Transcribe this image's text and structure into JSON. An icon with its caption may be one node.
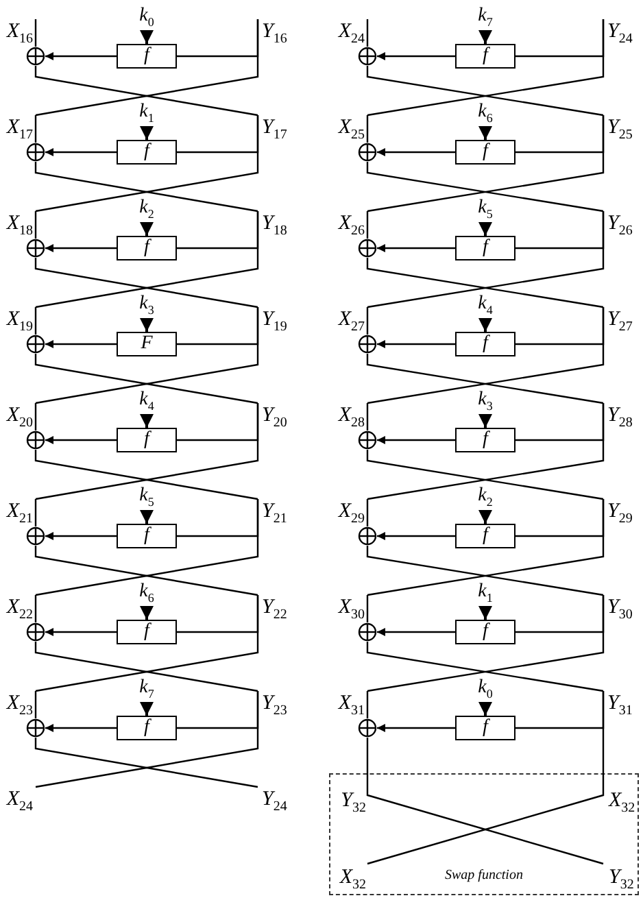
{
  "diagram": {
    "nodes": [
      {
        "text": [
          "X$_{16}$"
        ]
      },
      {
        "text": [
          "k$_{0}$"
        ]
      },
      {
        "text": [
          "Y$_{16}$"
        ]
      },
      {
        "text": [],
        "shape": "circle"
      },
      {
        "text": [
          "f"
        ]
      },
      {
        "text": [
          "X$_{17}$"
        ]
      },
      {
        "text": [
          "k$_{1}$"
        ]
      },
      {
        "text": [
          "Y$_{17}$"
        ]
      },
      {
        "text": [],
        "shape": "circle"
      },
      {
        "text": [
          "f"
        ]
      },
      {
        "text": [
          "X$_{18}$"
        ]
      },
      {
        "text": [
          "k$_{2}$"
        ]
      },
      {
        "text": [
          "Y$_{18}$"
        ]
      },
      {
        "text": [],
        "shape": "circle"
      },
      {
        "text": [
          "f"
        ]
      },
      {
        "text": [
          "X$_{19}$"
        ]
      },
      {
        "text": [
          "k$_{3}$"
        ]
      },
      {
        "text": [
          "Y$_{19}$"
        ]
      },
      {
        "text": [],
        "shape": "circle"
      },
      {
        "text": [
          "F"
        ]
      },
      {
        "text": [
          "X$_{20}$"
        ]
      },
      {
        "text": [
          "k$_{4}$"
        ]
      },
      {
        "text": [
          "Y$_{20}$"
        ]
      },
      {
        "text": [],
        "shape": "circle"
      },
      {
        "text": [
          "f"
        ]
      },
      {
        "text": [
          "X$_{21}$"
        ]
      },
      {
        "text": [
          "k$_{5}$"
        ]
      },
      {
        "text": [
          "Y$_{21}$"
        ]
      },
      {
        "text": [],
        "shape": "circle"
      },
      {
        "text": [
          "f"
        ]
      },
      {
        "text": [
          "X$_{22}$"
        ]
      },
      {
        "text": [
          "k$_{6}$"
        ]
      },
      {
        "text": [
          "Y$_{22}$"
        ]
      },
      {
        "text": [],
        "shape": "circle"
      },
      {
        "text": [
          "f"
        ]
      },
      {
        "text": [
          "X$_{23}$"
        ]
      },
      {
        "text": [
          "k$_{7}$"
        ]
      },
      {
        "text": [
          "Y$_{23}$"
        ]
      },
      {
        "text": [],
        "shape": "circle"
      },
      {
        "text": [
          "f"
        ]
      },
      {
        "text": [
          "X$_{24}$"
        ]
      },
      {
        "text": [
          "Y$_{24}$"
        ]
      },
      {
        "text": [
          "X$_{24}$"
        ]
      },
      {
        "text": [
          "k$_{7}$"
        ]
      },
      {
        "text": [
          "Y$_{24}$"
        ]
      },
      {
        "text": [],
        "shape": "circle"
      },
      {
        "text": [
          "f"
        ]
      },
      {
        "text": [
          "X$_{25}$"
        ]
      },
      {
        "text": [
          "k$_{6}$"
        ]
      },
      {
        "text": [
          "Y$_{25}$"
        ]
      },
      {
        "text": [],
        "shape": "circle"
      },
      {
        "text": [
          "f"
        ]
      },
      {
        "text": [
          "X$_{26}$"
        ]
      },
      {
        "text": [
          "k$_{5}$"
        ]
      },
      {
        "text": [
          "Y$_{26}$"
        ]
      },
      {
        "text": [],
        "shape": "circle"
      },
      {
        "text": [
          "f"
        ]
      },
      {
        "text": [
          "X$_{27}$"
        ]
      },
      {
        "text": [
          "k$_{4}$"
        ]
      },
      {
        "text": [
          "Y$_{27}$"
        ]
      },
      {
        "text": [],
        "shape": "circle"
      },
      {
        "text": [
          "f"
        ]
      },
      {
        "text": [
          "X$_{28}$"
        ]
      },
      {
        "text": [
          "k$_{3}$"
        ]
      },
      {
        "text": [
          "Y$_{28}$"
        ]
      },
      {
        "text": [],
        "shape": "circle"
      },
      {
        "text": [
          "f"
        ]
      },
      {
        "text": [
          "X$_{29}$"
        ]
      },
      {
        "text": [
          "k$_{2}$"
        ]
      },
      {
        "text": [
          "Y$_{29}$"
        ]
      },
      {
        "text": [],
        "shape": "circle"
      },
      {
        "text": [
          "f"
        ]
      },
      {
        "text": [
          "X$_{30}$"
        ]
      },
      {
        "text": [
          "k$_{1}$"
        ]
      },
      {
        "text": [
          "Y$_{30}$"
        ]
      },
      {
        "text": [],
        "shape": "circle"
      },
      {
        "text": [
          "f"
        ]
      },
      {
        "text": [
          "X$_{31}$"
        ]
      },
      {
        "text": [
          "k$_{0}$"
        ]
      },
      {
        "text": [
          "Y$_{31}$"
        ]
      },
      {
        "text": [],
        "shape": "circle"
      },
      {
        "text": [
          "f"
        ]
      },
      {
        "text": [
          "Swap function"
        ]
      },
      {
        "text": [
          "Y$_{32}$"
        ],
        "in": 82
      },
      {
        "text": [
          "X$_{32}$"
        ],
        "in": 82
      },
      {
        "text": [
          "X$_{32}$"
        ],
        "in": 82
      },
      {
        "text": [
          "Y$_{32}$"
        ],
        "in": 82
      }
    ],
    "edges": [
      {
        "from": 1,
        "to": 4,
        "arrow": "to"
      },
      {
        "from": 4,
        "to": 3,
        "arrow": "to"
      },
      {
        "from": 2,
        "to": 4,
        "arrow": "none"
      },
      {
        "from": 0,
        "to": 3,
        "arrow": "none"
      },
      {
        "from": 3,
        "to": 7,
        "arrow": "none"
      },
      {
        "from": 2,
        "to": 5,
        "arrow": "none"
      },
      {
        "from": 6,
        "to": 9,
        "arrow": "to"
      },
      {
        "from": 9,
        "to": 8,
        "arrow": "to"
      },
      {
        "from": 7,
        "to": 9,
        "arrow": "none"
      },
      {
        "from": 5,
        "to": 8,
        "arrow": "none"
      },
      {
        "from": 8,
        "to": 12,
        "arrow": "none"
      },
      {
        "from": 7,
        "to": 10,
        "arrow": "none"
      },
      {
        "from": 11,
        "to": 14,
        "arrow": "to"
      },
      {
        "from": 14,
        "to": 13,
        "arrow": "to"
      },
      {
        "from": 12,
        "to": 14,
        "arrow": "none"
      },
      {
        "from": 10,
        "to": 13,
        "arrow": "none"
      },
      {
        "from": 13,
        "to": 17,
        "arrow": "none"
      },
      {
        "from": 12,
        "to": 15,
        "arrow": "none"
      },
      {
        "from": 16,
        "to": 19,
        "arrow": "to"
      },
      {
        "from": 19,
        "to": 18,
        "arrow": "to"
      },
      {
        "from": 17,
        "to": 19,
        "arrow": "none"
      },
      {
        "from": 15,
        "to": 18,
        "arrow": "none"
      },
      {
        "from": 18,
        "to": 22,
        "arrow": "none"
      },
      {
        "from": 17,
        "to": 20,
        "arrow": "none"
      },
      {
        "from": 21,
        "to": 24,
        "arrow": "to"
      },
      {
        "from": 24,
        "to": 23,
        "arrow": "to"
      },
      {
        "from": 22,
        "to": 24,
        "arrow": "none"
      },
      {
        "from": 20,
        "to": 23,
        "arrow": "none"
      },
      {
        "from": 23,
        "to": 27,
        "arrow": "none"
      },
      {
        "from": 22,
        "to": 25,
        "arrow": "none"
      },
      {
        "from": 26,
        "to": 29,
        "arrow": "to"
      },
      {
        "from": 29,
        "to": 28,
        "arrow": "to"
      },
      {
        "from": 27,
        "to": 29,
        "arrow": "none"
      },
      {
        "from": 25,
        "to": 28,
        "arrow": "none"
      },
      {
        "from": 28,
        "to": 32,
        "arrow": "none"
      },
      {
        "from": 27,
        "to": 30,
        "arrow": "none"
      },
      {
        "from": 31,
        "to": 34,
        "arrow": "to"
      },
      {
        "from": 34,
        "to": 33,
        "arrow": "to"
      },
      {
        "from": 32,
        "to": 34,
        "arrow": "none"
      },
      {
        "from": 30,
        "to": 33,
        "arrow": "none"
      },
      {
        "from": 33,
        "to": 37,
        "arrow": "none"
      },
      {
        "from": 32,
        "to": 35,
        "arrow": "none"
      },
      {
        "from": 36,
        "to": 39,
        "arrow": "to"
      },
      {
        "from": 39,
        "to": 38,
        "arrow": "to"
      },
      {
        "from": 37,
        "to": 39,
        "arrow": "none"
      },
      {
        "from": 35,
        "to": 38,
        "arrow": "none"
      },
      {
        "from": 38,
        "to": 41,
        "arrow": "none"
      },
      {
        "from": 37,
        "to": 40,
        "arrow": "none"
      },
      {
        "from": 43,
        "to": 46,
        "arrow": "to"
      },
      {
        "from": 46,
        "to": 45,
        "arrow": "to"
      },
      {
        "from": 44,
        "to": 46,
        "arrow": "none"
      },
      {
        "from": 42,
        "to": 45,
        "arrow": "none"
      },
      {
        "from": 45,
        "to": 49,
        "arrow": "none"
      },
      {
        "from": 44,
        "to": 47,
        "arrow": "none"
      },
      {
        "from": 48,
        "to": 51,
        "arrow": "to"
      },
      {
        "from": 51,
        "to": 50,
        "arrow": "to"
      },
      {
        "from": 49,
        "to": 51,
        "arrow": "none"
      },
      {
        "from": 47,
        "to": 50,
        "arrow": "none"
      },
      {
        "from": 50,
        "to": 54,
        "arrow": "none"
      },
      {
        "from": 49,
        "to": 52,
        "arrow": "none"
      },
      {
        "from": 53,
        "to": 56,
        "arrow": "to"
      },
      {
        "from": 56,
        "to": 55,
        "arrow": "to"
      },
      {
        "from": 54,
        "to": 56,
        "arrow": "none"
      },
      {
        "from": 52,
        "to": 55,
        "arrow": "none"
      },
      {
        "from": 55,
        "to": 59,
        "arrow": "none"
      },
      {
        "from": 54,
        "to": 57,
        "arrow": "none"
      },
      {
        "from": 58,
        "to": 61,
        "arrow": "to"
      },
      {
        "from": 61,
        "to": 60,
        "arrow": "to"
      },
      {
        "from": 59,
        "to": 61,
        "arrow": "none"
      },
      {
        "from": 57,
        "to": 60,
        "arrow": "none"
      },
      {
        "from": 60,
        "to": 64,
        "arrow": "none"
      },
      {
        "from": 59,
        "to": 62,
        "arrow": "none"
      },
      {
        "from": 63,
        "to": 66,
        "arrow": "to"
      },
      {
        "from": 66,
        "to": 65,
        "arrow": "to"
      },
      {
        "from": 64,
        "to": 66,
        "arrow": "none"
      },
      {
        "from": 62,
        "to": 65,
        "arrow": "none"
      },
      {
        "from": 65,
        "to": 69,
        "arrow": "none"
      },
      {
        "from": 64,
        "to": 67,
        "arrow": "none"
      },
      {
        "from": 68,
        "to": 71,
        "arrow": "to"
      },
      {
        "from": 71,
        "to": 70,
        "arrow": "to"
      },
      {
        "from": 69,
        "to": 71,
        "arrow": "none"
      },
      {
        "from": 67,
        "to": 70,
        "arrow": "none"
      },
      {
        "from": 70,
        "to": 74,
        "arrow": "none"
      },
      {
        "from": 69,
        "to": 72,
        "arrow": "none"
      },
      {
        "from": 73,
        "to": 76,
        "arrow": "to"
      },
      {
        "from": 76,
        "to": 75,
        "arrow": "to"
      },
      {
        "from": 74,
        "to": 76,
        "arrow": "none"
      },
      {
        "from": 72,
        "to": 75,
        "arrow": "none"
      },
      {
        "from": 75,
        "to": 79,
        "arrow": "none"
      },
      {
        "from": 74,
        "to": 77,
        "arrow": "none"
      },
      {
        "from": 78,
        "to": 81,
        "arrow": "to"
      },
      {
        "from": 81,
        "to": 80,
        "arrow": "to"
      },
      {
        "from": 79,
        "to": 81,
        "arrow": "none"
      },
      {
        "from": 77,
        "to": 80,
        "arrow": "none"
      },
      {
        "from": 80,
        "to": 83,
        "arrow": "none"
      },
      {
        "from": 79,
        "to": 84,
        "arrow": "none"
      },
      {
        "from": 83,
        "to": 86,
        "arrow": "none"
      },
      {
        "from": 84,
        "to": 85,
        "arrow": "none"
      }
    ]
  }
}
